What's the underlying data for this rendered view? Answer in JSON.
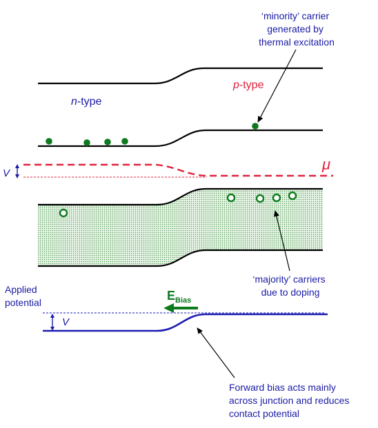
{
  "labels": {
    "n_type_italic": "n",
    "n_type_rest": "-type",
    "p_type_italic": "p",
    "p_type_rest": "-type",
    "mu": "μ",
    "v_top": "V",
    "v_bottom": "V",
    "minority_line1": "‘minority’ carrier",
    "minority_line2": "generated by",
    "minority_line3": "thermal excitation",
    "majority_line1": "‘majority’ carriers",
    "majority_line2": "due to doping",
    "applied_line1": "Applied",
    "applied_line2": "potential",
    "ebias_main": "E",
    "ebias_sub": "Bias",
    "forward_line1": "Forward bias acts mainly",
    "forward_line2": "across junction and reduces",
    "forward_line3": "contact potential"
  },
  "colors": {
    "band_line": "#000000",
    "n_type_text": "#1a1aa6",
    "p_type_text": "#e0203c",
    "fermi_level": "#e0203c",
    "electron_fill": "#0e7a1e",
    "hole_stroke": "#0e7a1e",
    "valence_fill": "#cfe8cf",
    "potential_line": "#1a1ab0",
    "ebias": "#0e7a1e",
    "annotation_text": "#1a1aa6"
  }
}
